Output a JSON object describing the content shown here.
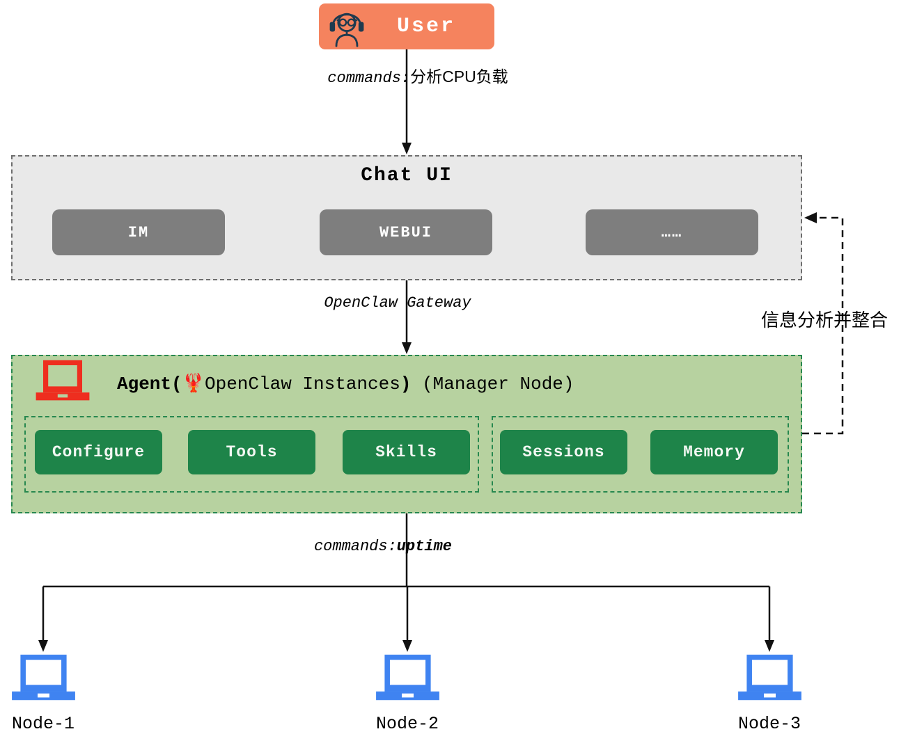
{
  "colors": {
    "accent-orange": "#F5835E",
    "icon-navy": "#1E3A4F",
    "chat-bg": "#E9E9E9",
    "chat-border": "#6E6E6E",
    "gray-button": "#7E7E7E",
    "agent-bg": "#B7D2A0",
    "agent-border": "#27884F",
    "green-button": "#1E8449",
    "red-laptop": "#EE2E1F",
    "blue-laptop": "#3F83F1",
    "line": "#111111",
    "text": "#000000"
  },
  "diagram": {
    "user": {
      "label": "User"
    },
    "user_command": {
      "prefix": "commands:",
      "text": "分析CPU负载"
    },
    "chat_ui": {
      "title": "Chat UI",
      "buttons": [
        "IM",
        "WEBUI",
        "……"
      ]
    },
    "gateway_label": "OpenClaw Gateway",
    "feedback_label": "信息分析并整合",
    "agent": {
      "title_prefix": "Agent(",
      "emoji": "🦞",
      "title_main": "OpenClaw Instances",
      "title_close": ")",
      "title_suffix": " (Manager Node)",
      "modules_group1": [
        "Configure",
        "Tools",
        "Skills"
      ],
      "modules_group2": [
        "Sessions",
        "Memory"
      ]
    },
    "agent_command": {
      "prefix": "commands:",
      "text": "uptime"
    },
    "nodes": [
      "Node-1",
      "Node-2",
      "Node-3"
    ]
  }
}
